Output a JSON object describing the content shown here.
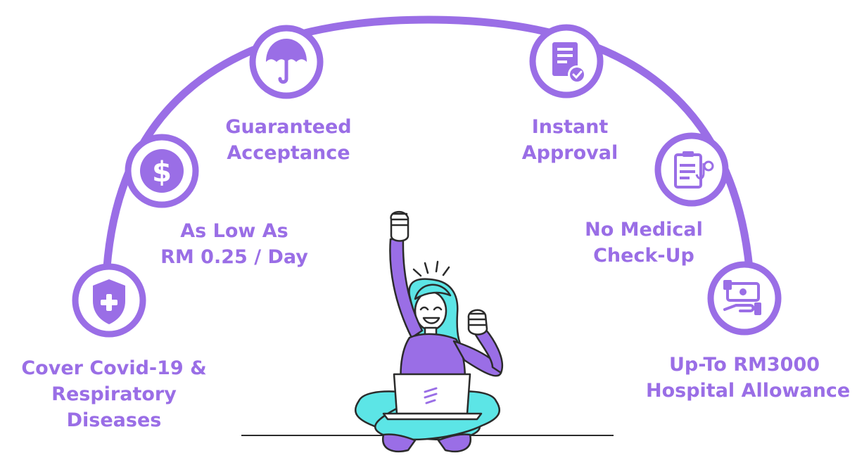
{
  "colors": {
    "accent": "#9a6ee6",
    "accent_light": "#e6dbfb",
    "teal": "#5ce5e6",
    "outline": "#2b2b2b",
    "skin": "#ffffff"
  },
  "features": [
    {
      "id": "covid",
      "icon": "shield-plus-icon",
      "lines": [
        "Cover Covid-19 &",
        "Respiratory",
        "Diseases"
      ]
    },
    {
      "id": "low-cost",
      "icon": "dollar-coin-icon",
      "lines": [
        "As Low As",
        "RM 0.25 / Day"
      ]
    },
    {
      "id": "acceptance",
      "icon": "umbrella-icon",
      "lines": [
        "Guaranteed",
        "Acceptance"
      ]
    },
    {
      "id": "approval",
      "icon": "document-check-icon",
      "lines": [
        "Instant",
        "Approval"
      ]
    },
    {
      "id": "medical",
      "icon": "clipboard-stethoscope-icon",
      "lines": [
        "No Medical",
        "Check-Up"
      ]
    },
    {
      "id": "allowance",
      "icon": "hand-money-icon",
      "lines": [
        "Up-To RM3000",
        "Hospital Allowance"
      ]
    }
  ],
  "illustration": {
    "subject": "celebrating-woman-with-laptop",
    "laptop_logo_icon": "brand-logo-icon"
  }
}
